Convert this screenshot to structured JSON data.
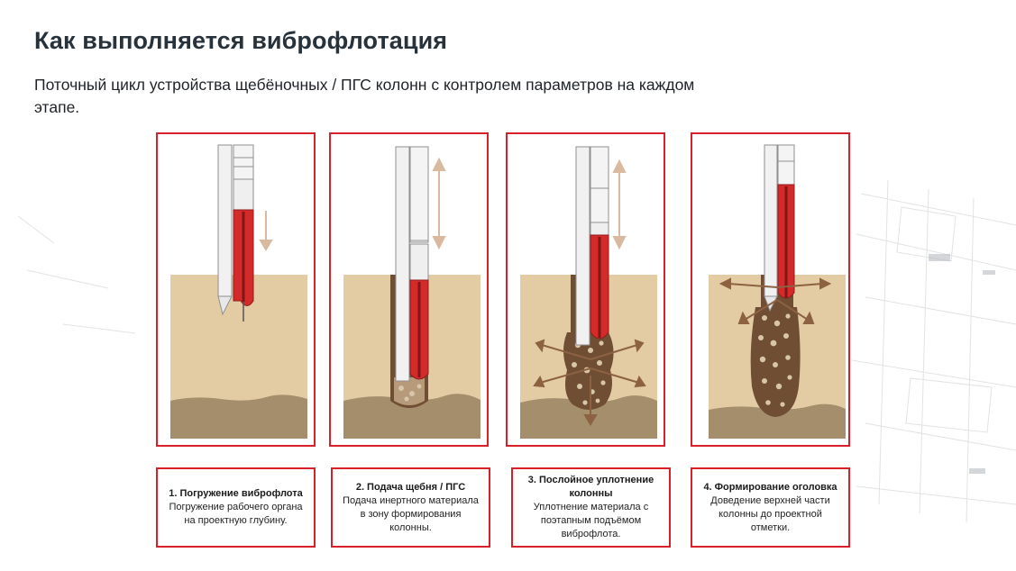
{
  "page": {
    "title": "Как выполняется виброфлотация",
    "subtitle": "Поточный цикл устройства щебёночных / ПГС колонн с контролем параметров на каждом этапе."
  },
  "colors": {
    "frame": "#d8202a",
    "soil": "#e3cca4",
    "dense_soil": "#a48e6c",
    "column": "#6f4e34",
    "vibrator": "#d42a2a",
    "arrow": "#8c6243",
    "guide_arrow": "#d9b99f"
  },
  "steps": [
    {
      "title": "1. Погружение виброфлота",
      "text": "Погружение рабочего органа на проектную глубину.",
      "icon": "vibroflot-descending"
    },
    {
      "title": "2. Подача щебня / ПГС",
      "text": "Подача инертного материала в зону формирования колонны.",
      "icon": "gravel-feed"
    },
    {
      "title": "3. Послойное уплотнение колонны",
      "text": "Уплотнение материала с поэтапным подъёмом виброфлота.",
      "icon": "layer-compaction"
    },
    {
      "title": "4. Формирование оголовка",
      "text": "Доведение верхней части колонны до проектной отметки.",
      "icon": "column-head"
    }
  ]
}
